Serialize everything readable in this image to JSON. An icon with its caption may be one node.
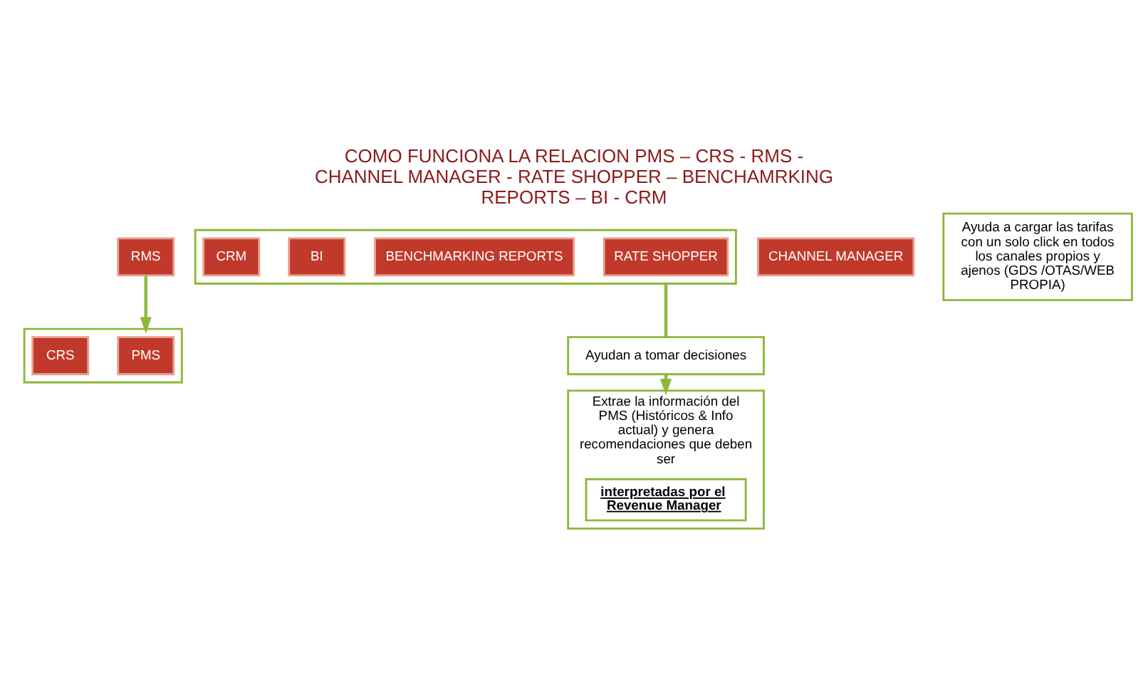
{
  "diagram": {
    "title": "COMO FUNCIONA LA RELACION PMS – CRS - RMS - CHANNEL MANAGER - RATE SHOPPER – BENCHAMRKING REPORTS – BI - CRM",
    "nodes": [
      {
        "text": [],
        "shape": "box"
      },
      {
        "text": [
          "PMS"
        ],
        "in": 0
      },
      {
        "text": [
          "CRS"
        ],
        "in": 0
      },
      {
        "text": [
          "RMS"
        ]
      },
      {
        "text": [
          "Extrae la información del PMS (Históricos & Info actual) y genera recomendaciones que deben ser"
        ]
      },
      {
        "text": [
          "interpretadas por el Revenue Manager"
        ],
        "in": 4
      },
      {
        "text": [
          "CHANNEL MANAGER"
        ]
      },
      {
        "text": [
          "Ayuda a cargar las tarifas con un solo click en todos los canales propios y ajenos (GDS /OTAS/WEB PROPIA)"
        ]
      },
      {
        "text": [],
        "shape": "box"
      },
      {
        "text": [
          "RATE SHOPPER"
        ],
        "in": 8
      },
      {
        "text": [
          "BENCHMARKING REPORTS"
        ],
        "in": 8
      },
      {
        "text": [
          "BI"
        ],
        "in": 8
      },
      {
        "text": [
          "CRM"
        ],
        "in": 8
      },
      {
        "text": [
          "Ayudan a tomar decisiones"
        ]
      }
    ],
    "edges": [
      {
        "from": 3,
        "to": 0,
        "arrow": "to"
      },
      {
        "from": 8,
        "to": 13,
        "arrow": "none"
      },
      {
        "from": 13,
        "to": 4,
        "arrow": "to"
      }
    ]
  }
}
